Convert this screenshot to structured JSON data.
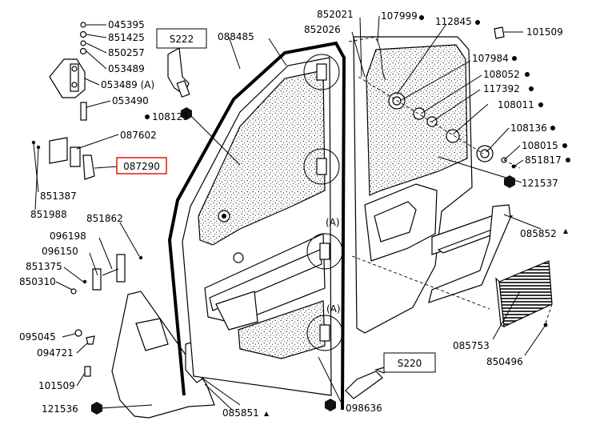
{
  "labels": {
    "p045395": "045395",
    "p851425": "851425",
    "p850257": "850257",
    "p053489": "053489",
    "p053489a": "053489 (A)",
    "p053490": "053490",
    "p108129": "108129",
    "p087602": "087602",
    "p087290": "087290",
    "p851387": "851387",
    "p851988": "851988",
    "p851862": "851862",
    "p096198": "096198",
    "p096150": "096150",
    "p851375": "851375",
    "p850310": "850310",
    "p095045": "095045",
    "p094721": "094721",
    "p101509a": "101509",
    "p121536": "121536",
    "p085851": "085851",
    "p088485": "088485",
    "p852021": "852021",
    "p852026": "852026",
    "p107999": "107999",
    "p112845": "112845",
    "p101509b": "101509",
    "p107984": "107984",
    "p108052": "108052",
    "p117392": "117392",
    "p108011": "108011",
    "p108136": "108136",
    "p108015": "108015",
    "p851817": "851817",
    "p121537": "121537",
    "p085852": "085852",
    "p085753": "085753",
    "p850496": "850496",
    "p098636": "098636",
    "callout_a1": "(A)",
    "callout_a2": "(A)"
  },
  "boxes": {
    "s222": "S222",
    "s220": "S220"
  },
  "colors": {
    "highlight_box": "#e0281e",
    "line": "#000000"
  }
}
